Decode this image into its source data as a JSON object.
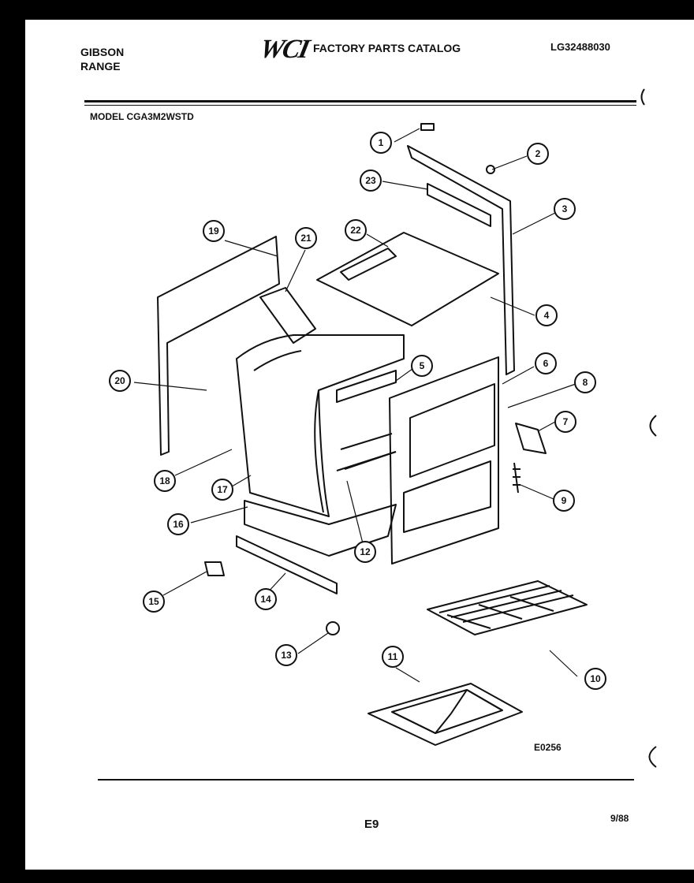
{
  "header": {
    "brand_line1": "GIBSON",
    "brand_line2": "RANGE",
    "logo": "WCI",
    "catalog_title": "FACTORY PARTS CATALOG",
    "catalog_number": "LG32488030"
  },
  "model_label": "MODEL CGA3M2WSTD",
  "diagram": {
    "callouts": [
      "1",
      "2",
      "3",
      "4",
      "5",
      "6",
      "7",
      "8",
      "9",
      "10",
      "11",
      "12",
      "13",
      "14",
      "15",
      "16",
      "17",
      "18",
      "19",
      "20",
      "21",
      "22",
      "23"
    ],
    "code": "E0256"
  },
  "footer": {
    "page": "E9",
    "date": "9/88"
  }
}
